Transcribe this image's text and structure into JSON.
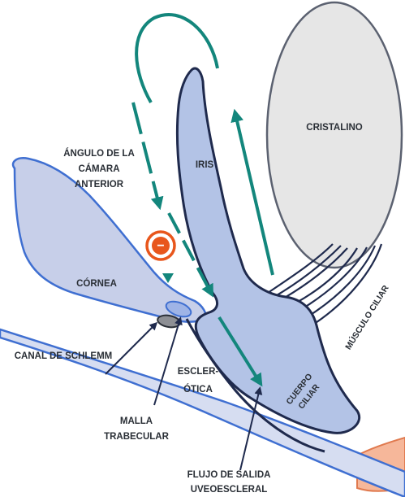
{
  "labels": {
    "cristalino": "CRISTALINO",
    "iris": "IRIS",
    "angulo_line1": "ÁNGULO DE LA",
    "angulo_line2": "CÁMARA",
    "angulo_line3": "ANTERIOR",
    "cornea": "CÓRNEA",
    "canal": "CANAL DE SCHLEMM",
    "esclerotica_line1": "ESCLER-",
    "esclerotica_line2": "ÓTICA",
    "cuerpo_line1": "CUERPO",
    "cuerpo_line2": "CILIAR",
    "musculo": "MÚSCULO CILIAR",
    "malla_line1": "MALLA",
    "malla_line2": "TRABECULAR",
    "flujo_line1": "FLUJO DE SALIDA",
    "flujo_line2": "UVEOESCLERAL",
    "minus_sign": "−"
  },
  "colors": {
    "cornea_fill": "#c7cfe9",
    "tissue_fill": "#b3c3e6",
    "tissue_stroke": "#1f2a4d",
    "cornea_stroke": "#3f6fd1",
    "sclera_fill": "#d6ddf1",
    "lens_fill": "#e6e6e6",
    "lens_stroke": "#5b6170",
    "flow_arrow": "#13867c",
    "inhibit": "#e8561c",
    "muscle_fiber": "#1f2a4d",
    "optic_nerve": "#f6b79a"
  },
  "icons": {
    "inhibition": "minus-circle-icon",
    "flow": "arrow-icon"
  }
}
